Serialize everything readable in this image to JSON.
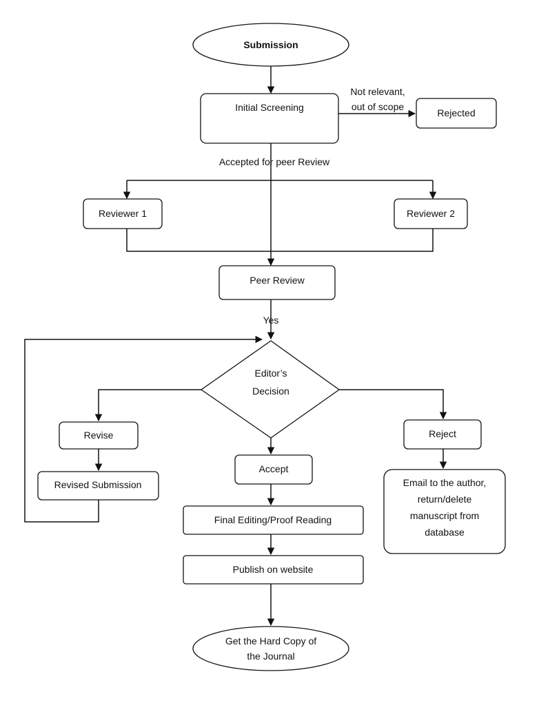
{
  "nodes": {
    "submission": "Submission",
    "initial_screening": "Initial Screening",
    "rejected": "Rejected",
    "reviewer_1": "Reviewer 1",
    "reviewer_2": "Reviewer 2",
    "peer_review": "Peer Review",
    "editors_decision": [
      "Editor’s",
      "Decision"
    ],
    "revise": "Revise",
    "revised_submission": "Revised Submission",
    "accept": "Accept",
    "reject": "Reject",
    "email_author": [
      "Email to the author,",
      "return/delete",
      "manuscript from",
      "database"
    ],
    "final_editing": "Final Editing/Proof Reading",
    "publish": "Publish on website",
    "hard_copy": [
      "Get the Hard Copy of",
      "the Journal"
    ]
  },
  "edge_labels": {
    "not_relevant": [
      "Not relevant,",
      "out of scope"
    ],
    "accepted_peer_review": "Accepted for peer Review",
    "yes": "Yes"
  }
}
